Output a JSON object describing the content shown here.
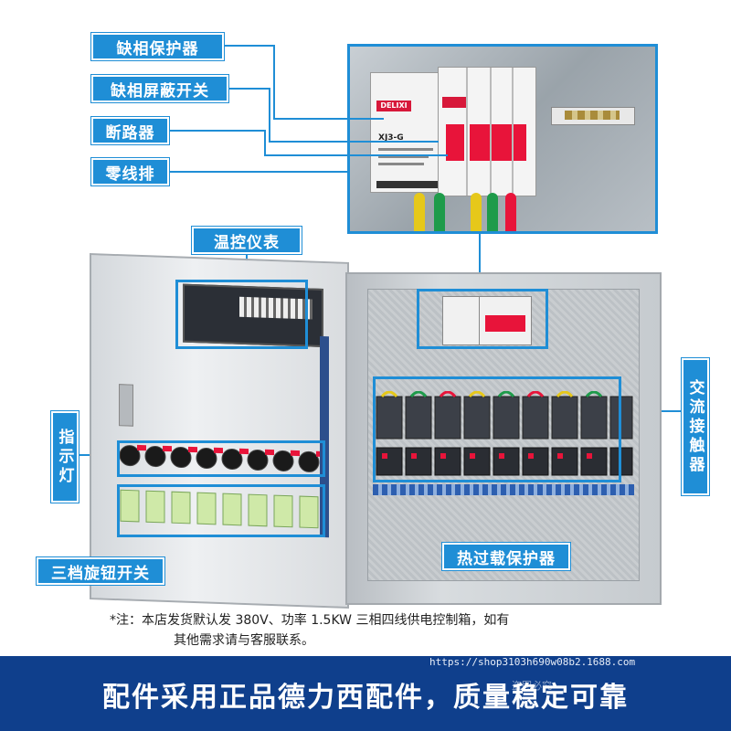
{
  "labels": {
    "phase_protector": "缺相保护器",
    "phase_switch": "缺相屏蔽开关",
    "breaker": "断路器",
    "neutral_bar": "零线排",
    "temp_controller": "温控仪表",
    "indicator": "指示灯",
    "contactor": "交流接触器",
    "overload": "热过载保护器",
    "knob_switch": "三档旋钮开关"
  },
  "device": {
    "brand": "DELIXI",
    "model": "XJ3-G"
  },
  "note": {
    "line1": "*注：本店发货默认发 380V、功率 1.5KW 三相四线供电控制箱，如有",
    "line2": "其他需求请与客服联系。"
  },
  "footer": {
    "text": "配件采用正品德力西配件，质量稳定可靠",
    "url": "https://shop3103h690w08b2.1688.com",
    "watermark": "盗图必究"
  },
  "colors": {
    "label_blue": "#1f8ed6",
    "footer_navy": "#0f3f8c",
    "breaker_red": "#e8143a"
  }
}
